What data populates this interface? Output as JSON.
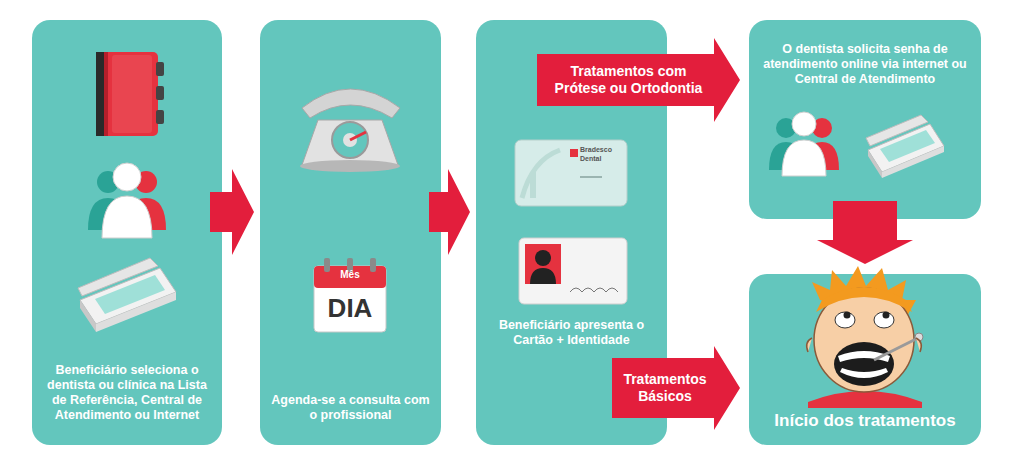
{
  "diagram": {
    "nodes": [
      {
        "text": [
          "Beneficiário seleciona o dentista ou clínica na Lista de Referência, Central de Atendimento ou Internet"
        ]
      },
      {
        "text": [
          "Agenda-se a consulta com o profissional"
        ]
      },
      {
        "text": [
          "Beneficiário apresenta o Cartão + Identidade"
        ]
      },
      {
        "text": [
          "O dentista solicita senha de atendimento online via internet ou Central de Atendimento"
        ]
      },
      {
        "text": [
          "Início dos tratamentos"
        ]
      }
    ],
    "edges": [
      {
        "from": 0,
        "to": 1,
        "arrow": "to"
      },
      {
        "from": 1,
        "to": 2,
        "arrow": "to"
      },
      {
        "from": 2,
        "to": 3,
        "label": "Tratamentos com Prótese ou Ortodontia",
        "arrow": "to"
      },
      {
        "from": 2,
        "to": 4,
        "label": "Tratamentos Básicos",
        "arrow": "to"
      },
      {
        "from": 3,
        "to": 4,
        "arrow": "to"
      }
    ],
    "labels": [
      "Mês",
      "DIA",
      "Bradesco",
      "Dental"
    ]
  }
}
